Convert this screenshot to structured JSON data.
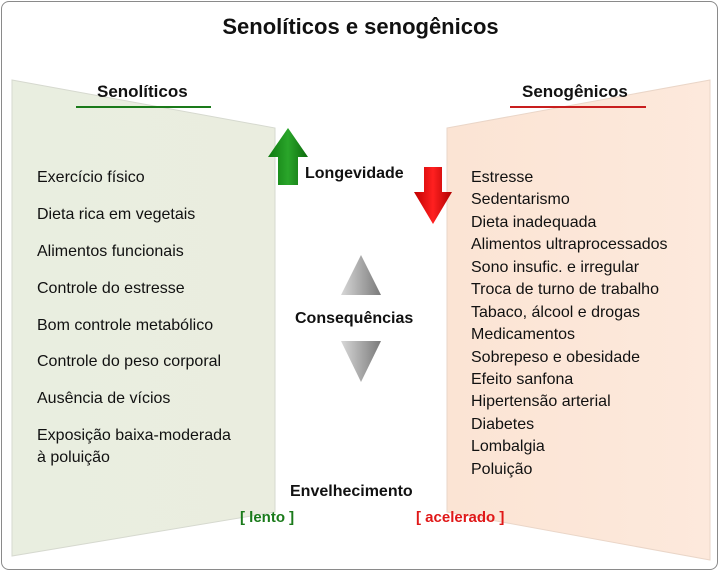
{
  "title": "Senolíticos e senogênicos",
  "left": {
    "heading": "Senolíticos",
    "color": "#1a7a1a",
    "items": [
      "Exercício físico",
      "Dieta rica em vegetais",
      "Alimentos funcionais",
      "Controle do estresse",
      "Bom controle metabólico",
      "Controle do peso corporal",
      "Ausência de vícios",
      "Exposição baixa-moderada",
      "à poluição"
    ]
  },
  "right": {
    "heading": "Senogênicos",
    "color": "#d01818",
    "items": [
      "Estresse",
      "Sedentarismo",
      "Dieta inadequada",
      "Alimentos ultraprocessados",
      "Sono insufic. e irregular",
      "Troca de turno de trabalho",
      "Tabaco, álcool e drogas",
      "Medicamentos",
      "Sobrepeso e obesidade",
      "Efeito sanfona",
      "Hipertensão arterial",
      "Diabetes",
      "Lombalgia",
      "Poluição"
    ]
  },
  "center": {
    "longevity": "Longevidade",
    "consequences": "Consequências",
    "aging": "Envelhecimento",
    "slow": "[ lento ]",
    "accelerated": "[ acelerado ]"
  }
}
